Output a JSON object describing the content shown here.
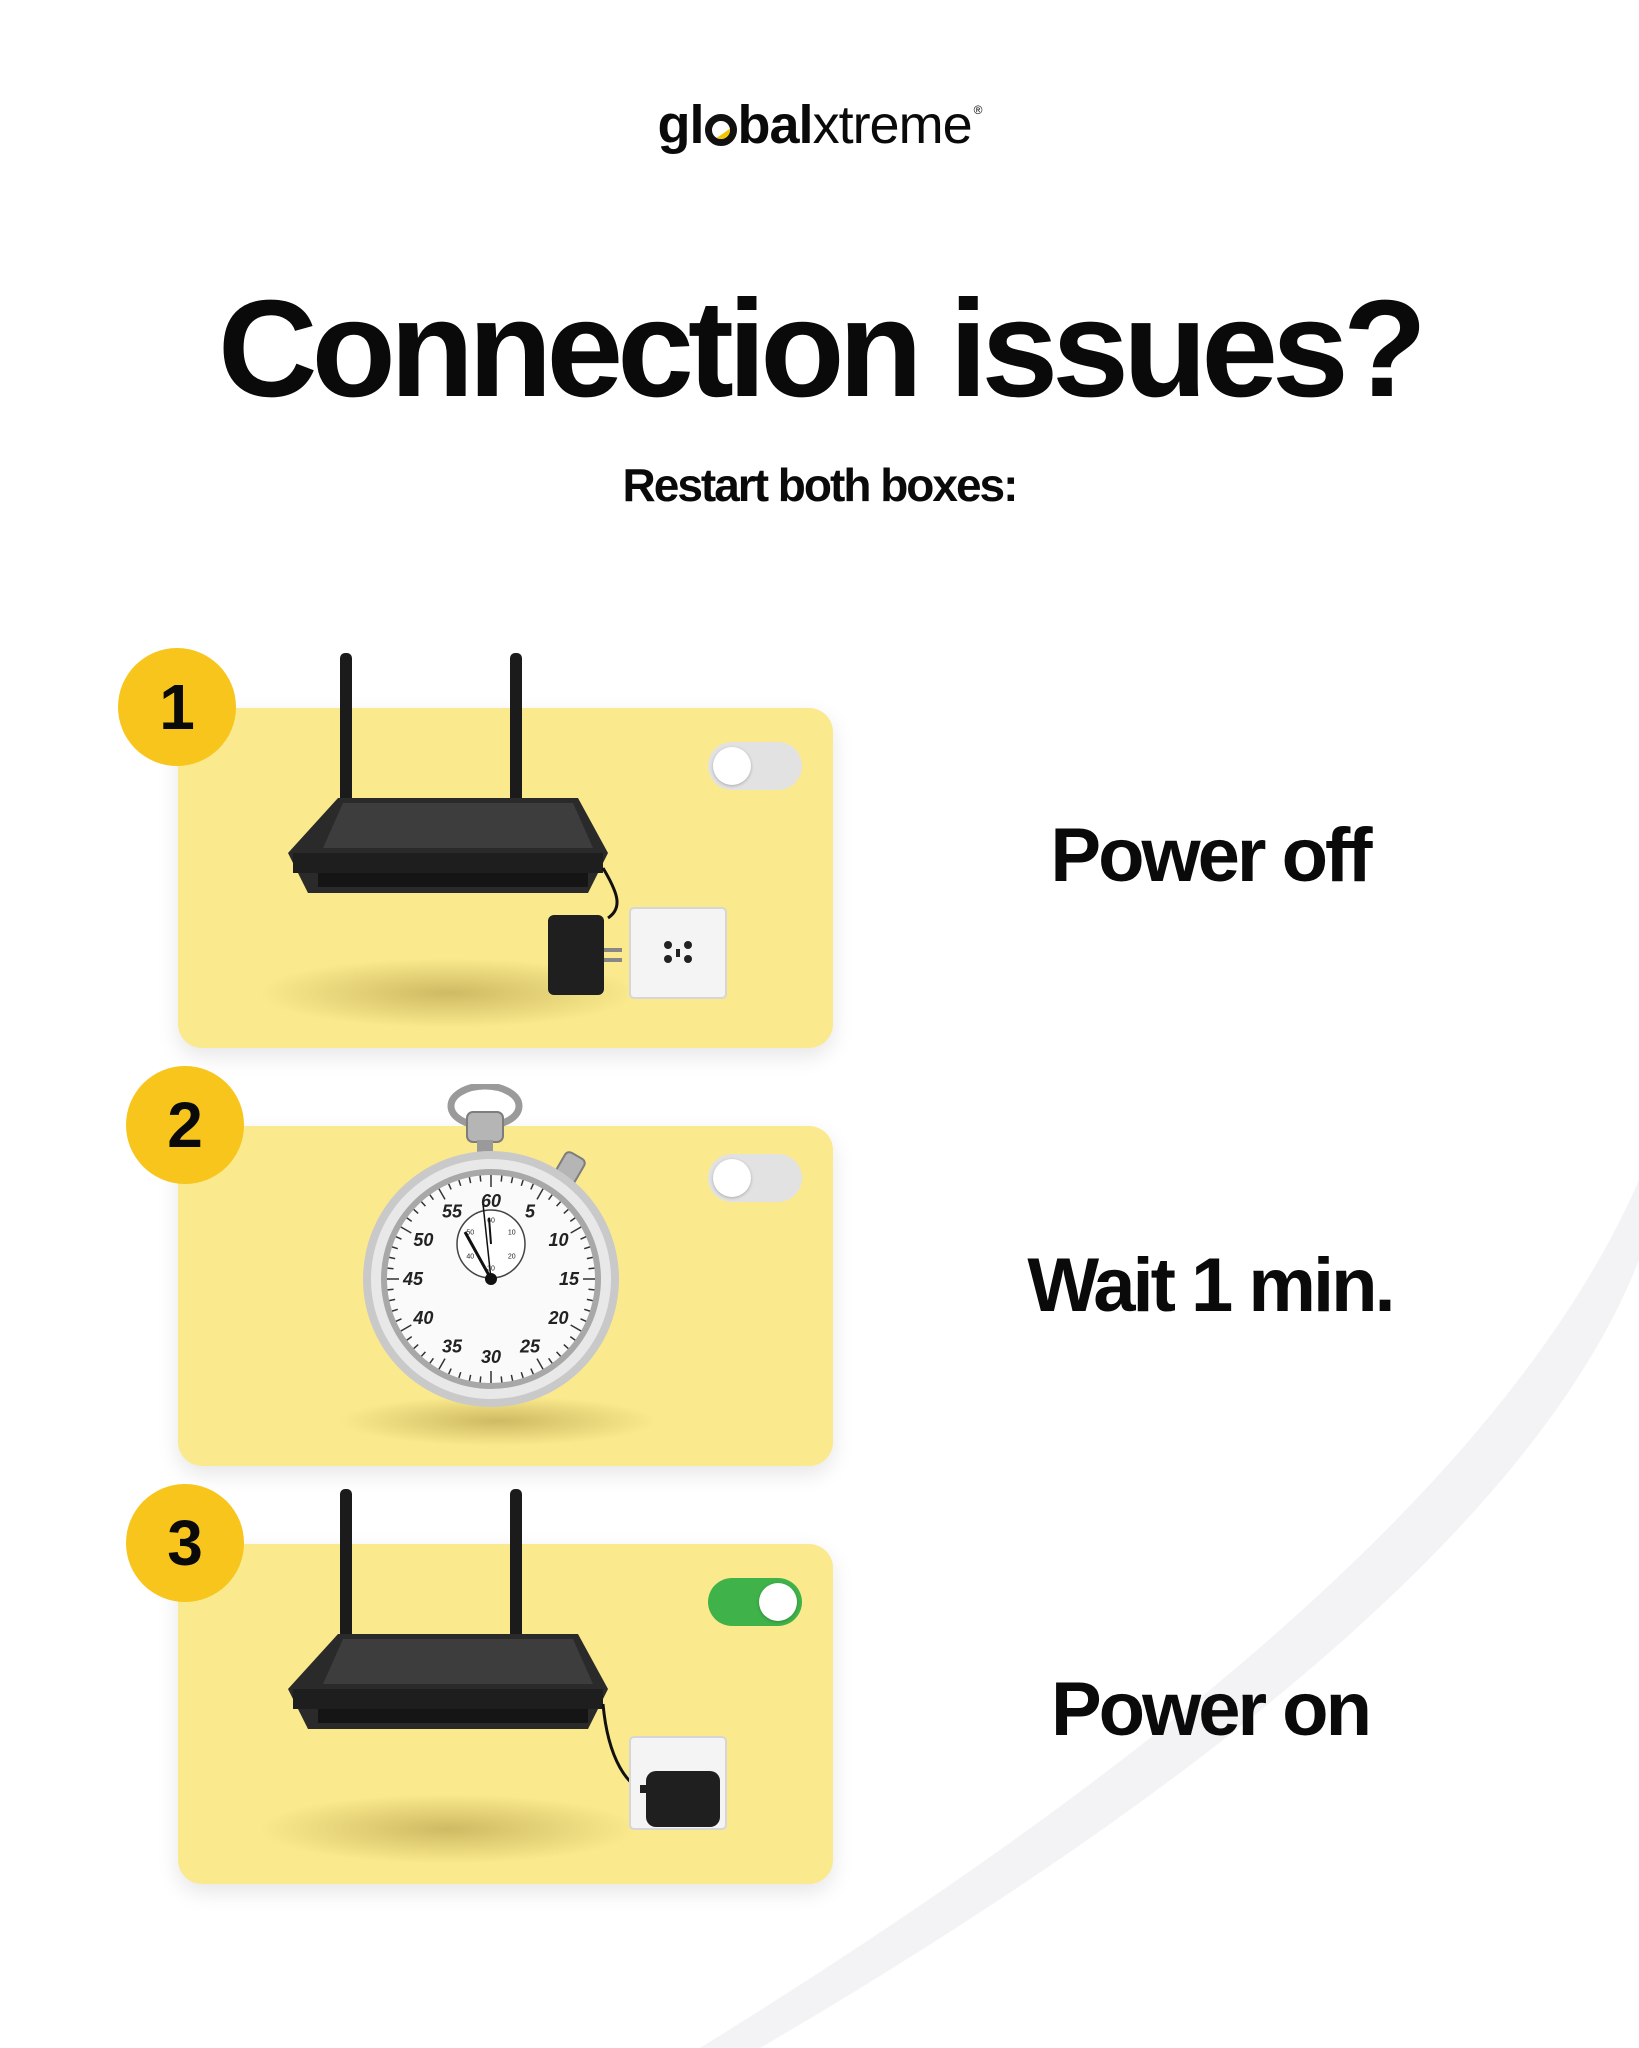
{
  "brand": {
    "part1": "gl",
    "part2": "bal",
    "part3": "xtreme",
    "registered": "®",
    "accent_color": "#f5c400"
  },
  "headline": "Connection issues?",
  "subline": "Restart both boxes:",
  "colors": {
    "card": "#fbe98d",
    "badge": "#f7c51b",
    "toggle_off": "#e2e2e2",
    "toggle_on": "#3fb34a"
  },
  "steps": [
    {
      "number": "1",
      "label": "Power off",
      "illustration": "router-unplugged",
      "toggle": "off"
    },
    {
      "number": "2",
      "label": "Wait 1 min.",
      "illustration": "stopwatch-icon",
      "toggle": "off"
    },
    {
      "number": "3",
      "label": "Power on",
      "illustration": "router-plugged",
      "toggle": "on"
    }
  ],
  "stopwatch": {
    "major": [
      "60",
      "5",
      "10",
      "15",
      "20",
      "25",
      "30",
      "35",
      "40",
      "45",
      "50",
      "55"
    ],
    "minor": [
      "60",
      "10",
      "20",
      "30",
      "40",
      "50"
    ]
  }
}
